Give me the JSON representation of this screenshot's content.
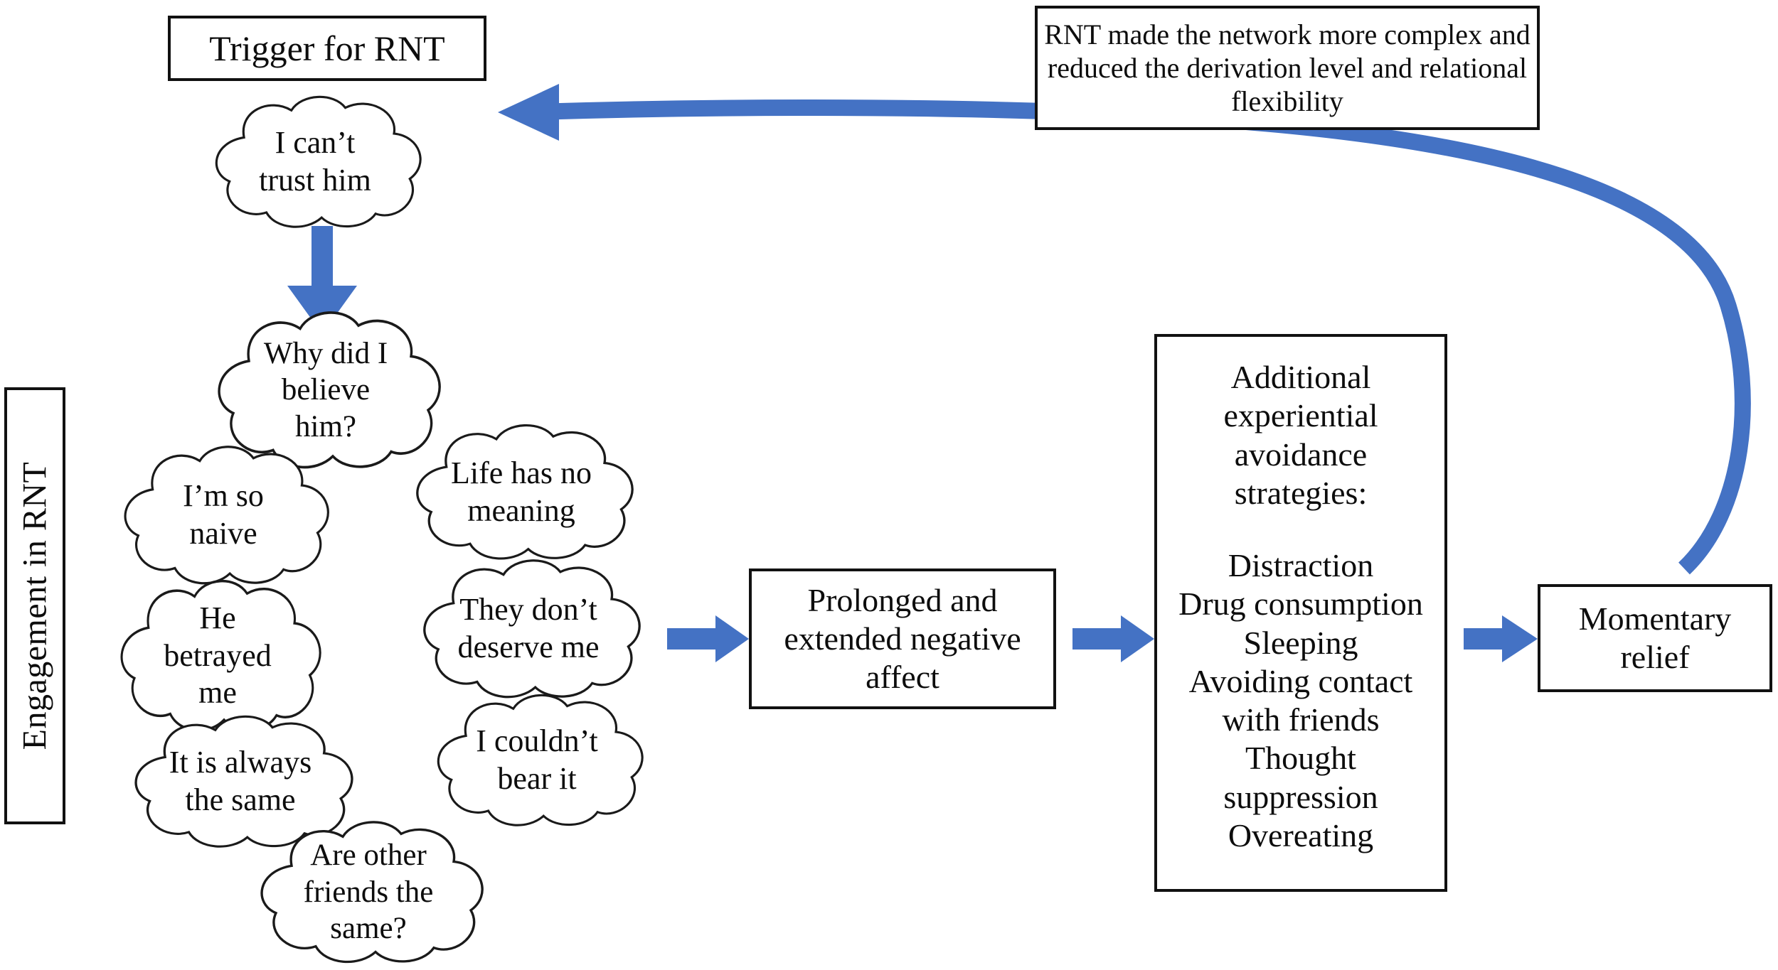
{
  "diagram": {
    "title_box": {
      "label": "Trigger for RNT"
    },
    "note_box": {
      "label": "RNT made the network more complex and reduced the derivation level and relational flexibility"
    },
    "side_label": {
      "label": "Engagement in RNT"
    },
    "clouds": [
      {
        "id": "cloud-0",
        "label": "I can’t\ntrust him"
      },
      {
        "id": "cloud-1",
        "label": "Why did I\nbelieve\nhim?"
      },
      {
        "id": "cloud-2",
        "label": "I’m so\nnaive"
      },
      {
        "id": "cloud-3",
        "label": "Life has no\nmeaning"
      },
      {
        "id": "cloud-4",
        "label": "He\nbetrayed\nme"
      },
      {
        "id": "cloud-5",
        "label": "They don’t\ndeserve me"
      },
      {
        "id": "cloud-6",
        "label": "It is always\nthe same"
      },
      {
        "id": "cloud-7",
        "label": "I couldn’t\nbear it"
      },
      {
        "id": "cloud-8",
        "label": "Are other\nfriends the\nsame?"
      }
    ],
    "affect_box": {
      "label": "Prolonged and extended negative affect"
    },
    "strategies_box": {
      "heading": "Additional\nexperiential\navoidance\nstrategies:",
      "items": [
        "Distraction",
        "Drug consumption",
        "Sleeping",
        "Avoiding contact",
        "with friends",
        "Thought",
        "suppression",
        "Overeating"
      ]
    },
    "relief_box": {
      "label": "Momentary relief"
    },
    "arrows": [
      {
        "name": "trigger-to-rumination-arrow",
        "direction": "down"
      },
      {
        "name": "rumination-to-affect-arrow",
        "direction": "right"
      },
      {
        "name": "affect-to-strategies-arrow",
        "direction": "right"
      },
      {
        "name": "strategies-to-relief-arrow",
        "direction": "right"
      },
      {
        "name": "relief-feedback-arrow",
        "direction": "curved-left"
      }
    ],
    "colors": {
      "arrow_blue": "#4472C4",
      "outline_black": "#111111",
      "background": "#FFFFFF"
    }
  }
}
